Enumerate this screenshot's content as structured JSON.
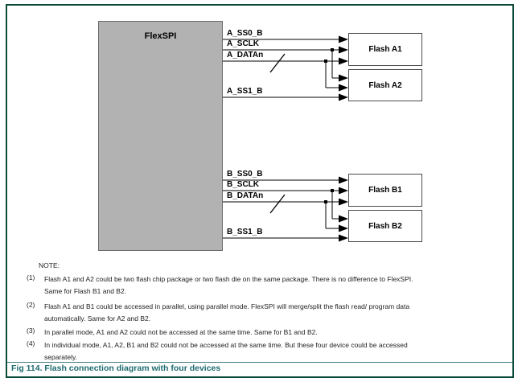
{
  "figure": {
    "caption": "Fig 114. Flash connection diagram with four devices"
  },
  "colors": {
    "frame_border": "#0c4a3a",
    "caption_teal": "#1f6b6e",
    "controller_fill": "#b2b2b2",
    "wire_black": "#000000"
  },
  "diagram": {
    "controller_label": "FlexSPI",
    "group_a": {
      "signals": [
        "A_SS0_B",
        "A_SCLK",
        "A_DATAn",
        "A_SS1_B"
      ],
      "devices": [
        "Flash A1",
        "Flash A2"
      ]
    },
    "group_b": {
      "signals": [
        "B_SS0_B",
        "B_SCLK",
        "B_DATAn",
        "B_SS1_B"
      ],
      "devices": [
        "Flash B1",
        "Flash B2"
      ]
    }
  },
  "notes": {
    "heading": "NOTE:",
    "items": [
      {
        "num": "(1)",
        "lines": [
          "Flash A1 and A2 could be two flash chip package or two flash die on the same package. There is no difference to FlexSPI.",
          "Same for Flash B1 and B2."
        ]
      },
      {
        "num": "(2)",
        "lines": [
          "Flash A1 and B1 could be accessed in parallel, using parallel mode. FlexSPI will merge/split the flash read/ program data",
          "automatically. Same for A2 and B2."
        ]
      },
      {
        "num": "(3)",
        "lines": [
          "In parallel mode, A1 and A2 could not be accessed at the same time. Same for B1 and B2."
        ]
      },
      {
        "num": "(4)",
        "lines": [
          "In individual mode, A1, A2, B1 and B2 could not be accessed at the same time. But these four device could be accessed",
          "separately."
        ]
      }
    ]
  }
}
